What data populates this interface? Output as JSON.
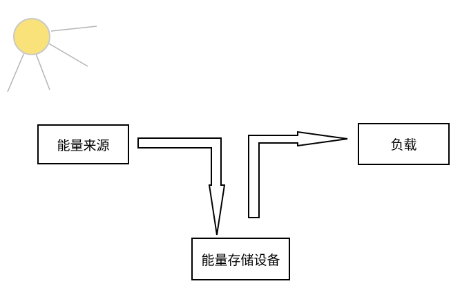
{
  "nodes": {
    "source": {
      "label": "能量来源"
    },
    "storage": {
      "label": "能量存储设备"
    },
    "load": {
      "label": "负载"
    }
  },
  "colors": {
    "sun_fill": "#f9e27a",
    "sun_stroke": "#c9c9c9",
    "ray_stroke": "#b4b4b4",
    "line": "#000000"
  },
  "icons": [
    "sun-icon"
  ]
}
